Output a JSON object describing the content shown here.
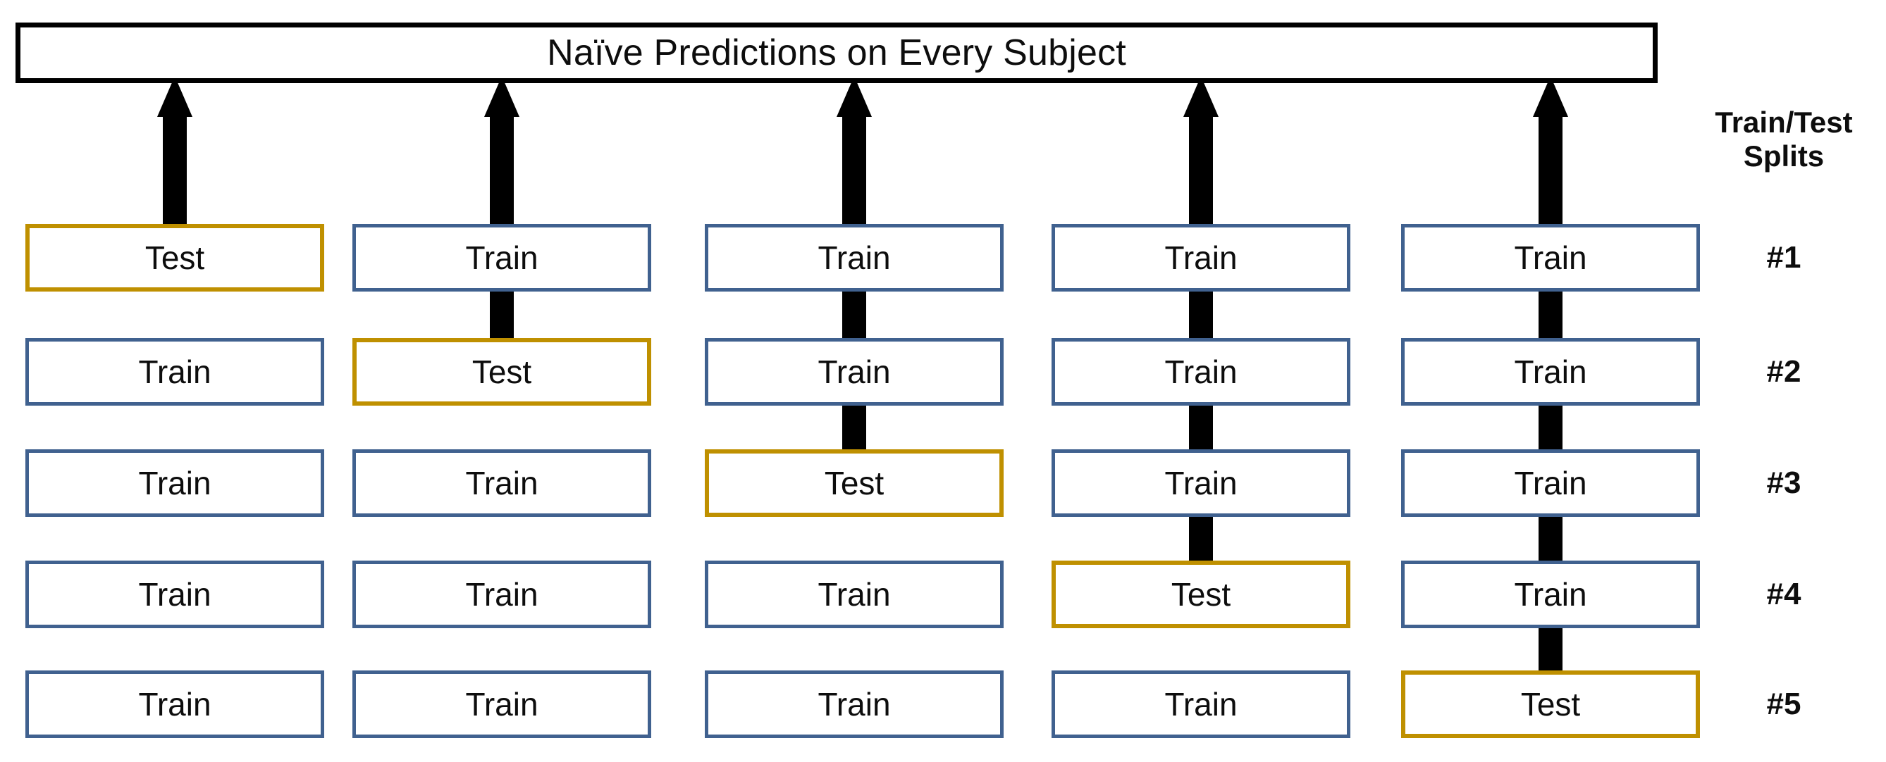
{
  "header": {
    "title": "Naïve Predictions on Every Subject"
  },
  "right_column": {
    "heading_line1": "Train/Test",
    "heading_line2": "Splits",
    "split_labels": [
      "#1",
      "#2",
      "#3",
      "#4",
      "#5"
    ]
  },
  "labels": {
    "train": "Train",
    "test": "Test"
  },
  "colors": {
    "train_border": "#40618F",
    "test_border": "#BF9000",
    "arrow": "#000000",
    "header_border": "#000000",
    "text": "#0D0D0D",
    "background": "#FFFFFF"
  },
  "grid": {
    "columns": 5,
    "rows": 5,
    "rows_data": [
      {
        "split": "#1",
        "cells": [
          "Test",
          "Train",
          "Train",
          "Train",
          "Train"
        ]
      },
      {
        "split": "#2",
        "cells": [
          "Train",
          "Test",
          "Train",
          "Train",
          "Train"
        ]
      },
      {
        "split": "#3",
        "cells": [
          "Train",
          "Train",
          "Test",
          "Train",
          "Train"
        ]
      },
      {
        "split": "#4",
        "cells": [
          "Train",
          "Train",
          "Train",
          "Test",
          "Train"
        ]
      },
      {
        "split": "#5",
        "cells": [
          "Train",
          "Train",
          "Train",
          "Train",
          "Test"
        ]
      }
    ]
  },
  "arrows": {
    "count": 5,
    "description": "One upward arrow per fold column, rising from the Test box to the Naïve Predictions banner",
    "origin_rows": [
      1,
      2,
      3,
      4,
      5
    ]
  }
}
